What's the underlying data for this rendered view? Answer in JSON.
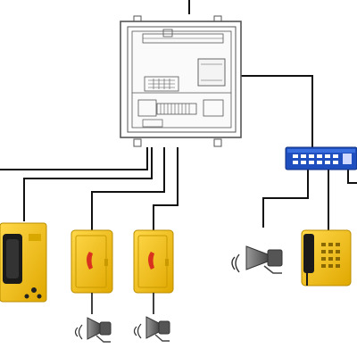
{
  "diagram": {
    "nodes": [
      {
        "id": "control-cabinet",
        "kind": "cabinet",
        "icon": "control-cabinet-icon"
      },
      {
        "id": "network-switch",
        "kind": "switch",
        "icon": "network-switch-icon"
      },
      {
        "id": "telephone-cut-left",
        "kind": "industrial-telephone",
        "icon": "telephone-icon"
      },
      {
        "id": "telephone-door-1",
        "kind": "weatherproof-telephone",
        "icon": "telephone-icon"
      },
      {
        "id": "telephone-door-2",
        "kind": "weatherproof-telephone",
        "icon": "telephone-icon"
      },
      {
        "id": "telephone-keypad",
        "kind": "keypad-telephone",
        "icon": "telephone-icon"
      },
      {
        "id": "horn-speaker-1",
        "kind": "horn-speaker",
        "icon": "horn-speaker-icon"
      },
      {
        "id": "horn-speaker-2",
        "kind": "horn-speaker",
        "icon": "horn-speaker-icon"
      },
      {
        "id": "horn-speaker-3",
        "kind": "horn-speaker",
        "icon": "horn-speaker-icon"
      }
    ],
    "colors": {
      "wire": "#111111",
      "device_yellow": "#f2c200",
      "device_yellow_dark": "#c99a00",
      "handset_red": "#d8321f",
      "switch_blue": "#1f4fbf",
      "cabinet_line": "#555555",
      "speaker_gray": "#6d6d6d"
    }
  }
}
